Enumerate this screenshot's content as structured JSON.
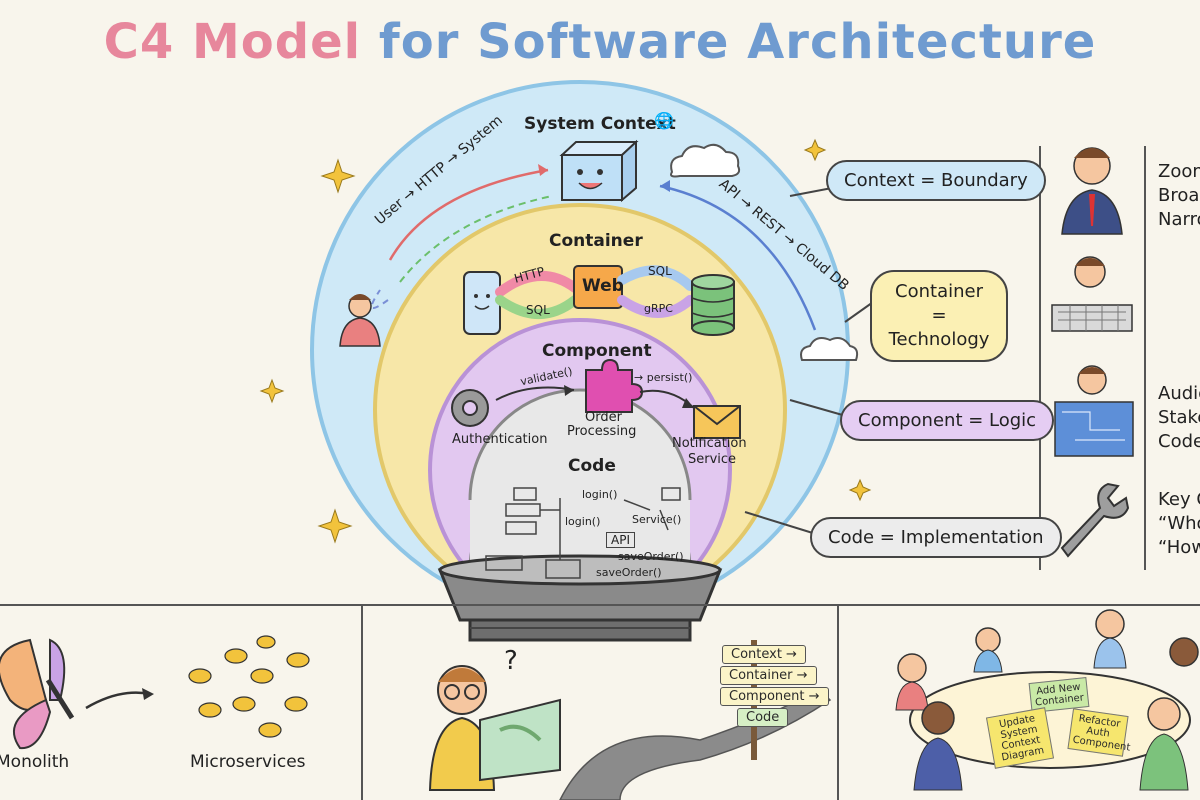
{
  "title": {
    "part1": "C4 Model",
    "part2": "for Software Architecture"
  },
  "rings": {
    "context": {
      "title": "System Context",
      "flow_user": "User → HTTP → System",
      "flow_api": "API → REST → Cloud DB"
    },
    "container": {
      "title": "Container",
      "tags": {
        "http": "HTTP",
        "sql1": "SQL",
        "web": "Web",
        "sql2": "SQL",
        "grpc": "gRPC"
      }
    },
    "component": {
      "title": "Component",
      "validate": "validate()",
      "persist": "→ persist()",
      "auth": "Authentication",
      "order1": "Order",
      "order2": "Processing",
      "notify1": "Notification",
      "notify2": "Service"
    },
    "code": {
      "title": "Code",
      "login1": "login()",
      "login2": "login()",
      "service": "Service()",
      "api": "API",
      "save1": "saveOrder()",
      "save2": "saveOrder()"
    }
  },
  "callouts": {
    "context": "Context = Boundary",
    "container1": "Container =",
    "container2": "Technology",
    "component": "Component = Logic",
    "code": "Code = Implementation"
  },
  "right_panel": {
    "row1": [
      "Zoom",
      "Broad",
      "Narro"
    ],
    "row3": [
      "Audie",
      "Stake",
      "Code"
    ],
    "row4": [
      "Key C",
      "“Who",
      "“How"
    ]
  },
  "bottom": {
    "monolith": "Monolith",
    "microservices": "Microservices",
    "question": "?",
    "signs": [
      "Context →",
      "Container →",
      "Component →",
      "Code"
    ],
    "stickies": [
      "Add New Container",
      "Update System Context Diagram",
      "Refactor Auth Component"
    ]
  },
  "colors": {
    "title_pink": "#e7879c",
    "title_blue": "#6f9bd0",
    "context_ring": "#cfe9f7",
    "container_ring": "#f7e7a8",
    "component_ring": "#e2c8f0",
    "code_dome": "#e8e8e8"
  }
}
